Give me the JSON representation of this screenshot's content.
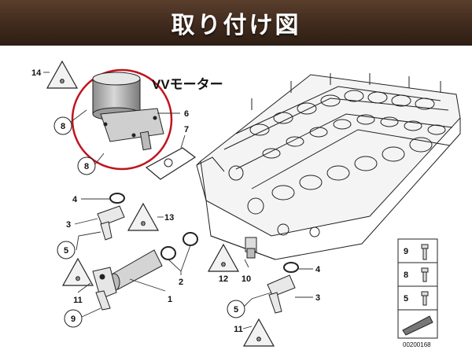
{
  "banner": {
    "title": "取り付け図",
    "color_top": "#5a3e2c",
    "color_bottom": "#2e1e14"
  },
  "diagram": {
    "callout_label": "VVモーター",
    "callout_color": "#c0141c",
    "part_labels": {
      "p14": "14",
      "p8a": "8",
      "p8b": "8",
      "p6": "6",
      "p7": "7",
      "p4a": "4",
      "p3a": "3",
      "p5a": "5",
      "p13": "13",
      "p2": "2",
      "p11a": "11",
      "p9a": "9",
      "p1": "1",
      "p12": "12",
      "p10": "10",
      "p4b": "4",
      "p3b": "3",
      "p5b": "5",
      "p11b": "11"
    },
    "legend": {
      "items": [
        "9",
        "8",
        "5"
      ],
      "ref": "00200168"
    }
  }
}
